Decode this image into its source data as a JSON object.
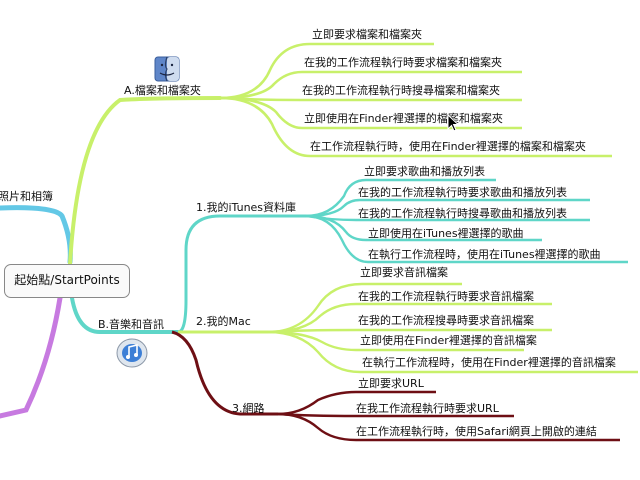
{
  "root": {
    "label": "起始點/StartPoints"
  },
  "left_fragment": {
    "label": "照片和相簿"
  },
  "colors": {
    "green": "#c8f06a",
    "cyan": "#63c8e6",
    "teal": "#5fd6c8",
    "dark_red": "#6e0f14",
    "purple": "#c77ae0"
  },
  "branches": {
    "a": {
      "label": "A.檔案和檔案夾",
      "icon": "finder-icon",
      "items": [
        "立即要求檔案和檔案夾",
        "在我的工作流程執行時要求檔案和檔案夾",
        "在我的工作流程執行時搜尋檔案和檔案夾",
        "立即使用在Finder裡選擇的檔案和檔案夾",
        "在工作流程執行時，使用在Finder裡選擇的檔案和檔案夾"
      ]
    },
    "b": {
      "label": "B.音樂和音訊",
      "icon": "itunes-icon",
      "sub": [
        {
          "label": "1.我的iTunes資料庫",
          "items": [
            "立即要求歌曲和播放列表",
            "在我的工作流程執行時要求歌曲和播放列表",
            "在我的工作流程執行時搜尋歌曲和播放列表",
            "立即使用在iTunes裡選擇的歌曲",
            "在執行工作流程時，使用在iTunes裡選擇的歌曲"
          ]
        },
        {
          "label": "2.我的Mac",
          "items": [
            "立即要求音訊檔案",
            "在我的工作流程執行時要求音訊檔案",
            "在我的工作流程搜尋時要求音訊檔案",
            "立即使用在Finder裡選擇的音訊檔案",
            "在執行工作流程時，使用在Finder裡選擇的音訊檔案"
          ]
        },
        {
          "label": "3.網路",
          "items": [
            "立即要求URL",
            "在我工作流程執行時要求URL",
            "在工作流程執行時，使用Safari網頁上開啟的連結"
          ]
        }
      ]
    }
  }
}
